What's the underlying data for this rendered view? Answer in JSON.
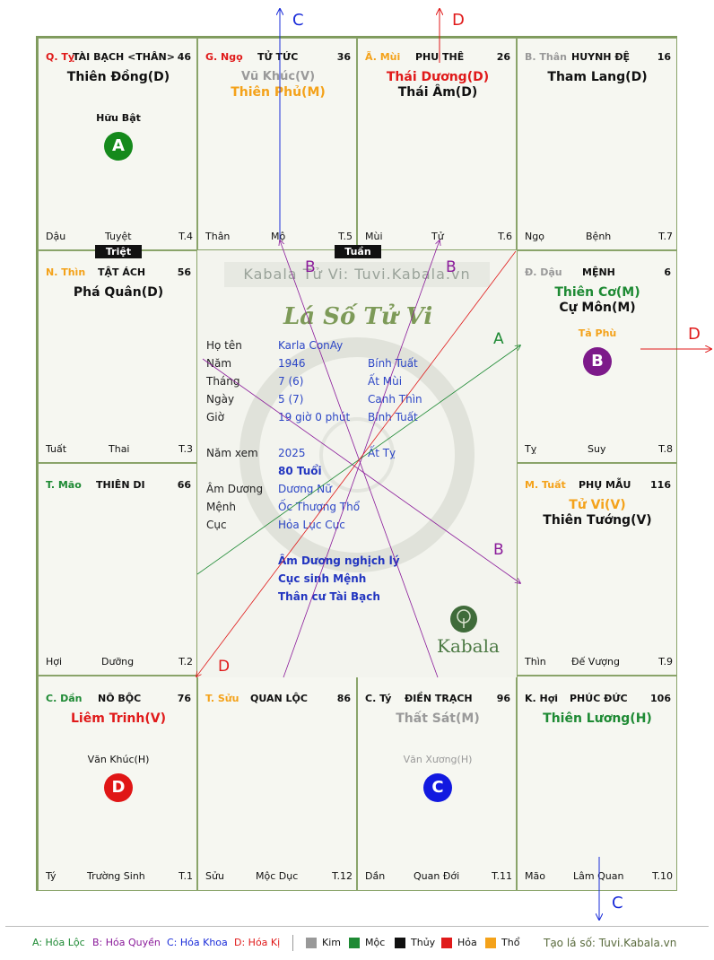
{
  "arrows": {
    "top_c": "C",
    "top_d": "D",
    "right_d": "D",
    "bottom_c": "C",
    "inner_b1": "B",
    "inner_b2": "B",
    "inner_a": "A",
    "inner_b3": "B",
    "inner_d": "D"
  },
  "tags": {
    "triet": "Triệt",
    "tuan": "Tuần"
  },
  "cells": {
    "ty_snake": {
      "branch": "Q. Tỵ",
      "palace": "TÀI BẠCH <THÂN>",
      "num": "46",
      "main1": "Thiên Đồng(D)",
      "sub": "Hữu Bật",
      "circle": "A",
      "foot_left": "Dậu",
      "foot_mid": "Tuyệt",
      "foot_right": "T.4"
    },
    "ngo_horse": {
      "branch": "G. Ngọ",
      "palace": "TỬ TỨC",
      "num": "36",
      "main1": "Vũ Khúc(V)",
      "main2": "Thiên Phủ(M)",
      "foot_left": "Thân",
      "foot_mid": "Mộ",
      "foot_right": "T.5"
    },
    "mui_goat": {
      "branch": "Ã. Mùi",
      "palace": "PHU THÊ",
      "num": "26",
      "main1": "Thái Dương(D)",
      "main2": "Thái Âm(D)",
      "foot_left": "Mùi",
      "foot_mid": "Tử",
      "foot_right": "T.6"
    },
    "than_monkey": {
      "branch": "B. Thân",
      "palace": "HUYNH ĐỆ",
      "num": "16",
      "main1": "Tham Lang(D)",
      "foot_left": "Ngọ",
      "foot_mid": "Bệnh",
      "foot_right": "T.7"
    },
    "thin_dragon": {
      "branch": "N. Thìn",
      "palace": "TẬT ÁCH",
      "num": "56",
      "main1": "Phá Quân(D)",
      "foot_left": "Tuất",
      "foot_mid": "Thai",
      "foot_right": "T.3"
    },
    "dau_rooster": {
      "branch": "Đ. Dậu",
      "palace": "MỆNH",
      "num": "6",
      "main1": "Thiên Cơ(M)",
      "main2": "Cự Môn(M)",
      "sub": "Tả Phù",
      "circle": "B",
      "foot_left": "Tỵ",
      "foot_mid": "Suy",
      "foot_right": "T.8"
    },
    "mao_cat": {
      "branch": "T. Mão",
      "palace": "THIÊN DI",
      "num": "66",
      "foot_left": "Hợi",
      "foot_mid": "Dưỡng",
      "foot_right": "T.2"
    },
    "tuat_dog": {
      "branch": "M. Tuất",
      "palace": "PHỤ MẪU",
      "num": "116",
      "main1": "Tử Vi(V)",
      "main2": "Thiên Tướng(V)",
      "foot_left": "Thìn",
      "foot_mid": "Đế Vượng",
      "foot_right": "T.9"
    },
    "dan_tiger": {
      "branch": "C. Dần",
      "palace": "NÔ BỘC",
      "num": "76",
      "main1": "Liêm Trinh(V)",
      "sub": "Văn Khúc(H)",
      "circle": "D",
      "foot_left": "Tý",
      "foot_mid": "Trường Sinh",
      "foot_right": "T.1"
    },
    "suu_ox": {
      "branch": "T. Sửu",
      "palace": "QUAN LỘC",
      "num": "86",
      "foot_left": "Sửu",
      "foot_mid": "Mộc Dục",
      "foot_right": "T.12"
    },
    "ty_rat": {
      "branch": "C. Tý",
      "palace": "ĐIỀN TRẠCH",
      "num": "96",
      "main1": "Thất Sát(M)",
      "sub": "Văn Xương(H)",
      "circle": "C",
      "foot_left": "Dần",
      "foot_mid": "Quan Đới",
      "foot_right": "T.11"
    },
    "hoi_pig": {
      "branch": "K. Hợi",
      "palace": "PHÚC ĐỨC",
      "num": "106",
      "main1": "Thiên Lương(H)",
      "foot_left": "Mão",
      "foot_mid": "Lâm Quan",
      "foot_right": "T.10"
    }
  },
  "center": {
    "watermark": "Kabala Tử Vi: Tuvi.Kabala.vn",
    "title": "Lá Số Tử Vi",
    "rows": [
      {
        "label": "Họ tên",
        "v1": "Karla ConAy",
        "v2": ""
      },
      {
        "label": "Năm",
        "v1": "1946",
        "v2": "Bính Tuất"
      },
      {
        "label": "Tháng",
        "v1": "7  (6)",
        "v2": "Ất Mùi"
      },
      {
        "label": "Ngày",
        "v1": "5  (7)",
        "v2": "Canh Thìn"
      },
      {
        "label": "Giờ",
        "v1": "19 giờ 0 phút",
        "v2": "Bính Tuất"
      }
    ],
    "year_view_label": "Năm xem",
    "year_view": "2025",
    "year_view_can": "Ất Tỵ",
    "age": "80 Tuổi",
    "rows2": [
      {
        "label": "Âm Dương",
        "v1": "Dương Nữ"
      },
      {
        "label": "Mệnh",
        "v1": "Ốc Thượng Thổ"
      },
      {
        "label": "Cục",
        "v1": "Hỏa Lục Cục"
      }
    ],
    "notes": [
      "Âm Dương nghịch lý",
      "Cục sinh Mệnh",
      "Thân cư Tài Bạch"
    ],
    "brand": "Kabala"
  },
  "legend": {
    "a": "A: Hóa Lộc",
    "b": "B: Hóa Quyền",
    "c": "C: Hóa Khoa",
    "d": "D: Hóa Kị",
    "kim": "Kim",
    "moc": "Mộc",
    "thuy": "Thủy",
    "hoa": "Hỏa",
    "tho": "Thổ",
    "site": "Tạo lá số: Tuvi.Kabala.vn"
  },
  "colors": {
    "kim": "#999999",
    "moc": "#1e8a34",
    "thuy": "#111111",
    "hoa": "#e01a1a",
    "tho": "#f4a21a",
    "circle_a": "#158a1c",
    "circle_b": "#7d1a8a",
    "circle_c": "#1219e0",
    "circle_d": "#e01616"
  }
}
